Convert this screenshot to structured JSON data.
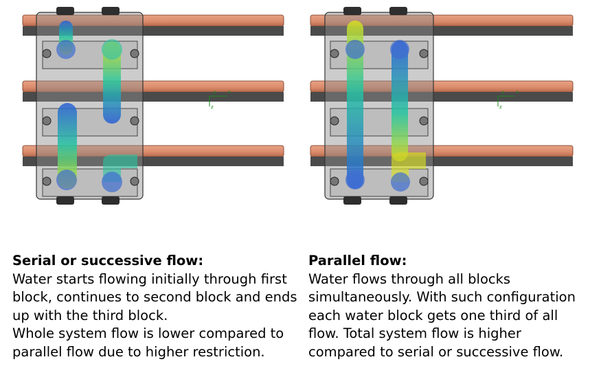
{
  "serial": {
    "heading": "Serial or successive flow:",
    "lines": [
      "Water starts flowing initially through first",
      "block, continues to second block and ends",
      "up with the third block.",
      "Whole system flow is lower compared to",
      "parallel flow due to higher restriction."
    ]
  },
  "parallel": {
    "heading": "Parallel flow:",
    "lines": [
      "Water flows through all blocks",
      "simultaneously. With such configuration",
      "each water block gets one third of all",
      "flow. Total system flow is higher",
      "compared to serial or successive flow."
    ]
  },
  "axis_triad": {
    "x": "x",
    "y": "y",
    "z": "z"
  },
  "colors": {
    "copper": "#d98a6a",
    "copper_dark": "#a85f44",
    "plate_dark": "#4a4a4a",
    "manifold": "#9a9a9a",
    "flow_low": "#2b5fd6",
    "flow_mid": "#26c6a0",
    "flow_high": "#d8e020"
  }
}
